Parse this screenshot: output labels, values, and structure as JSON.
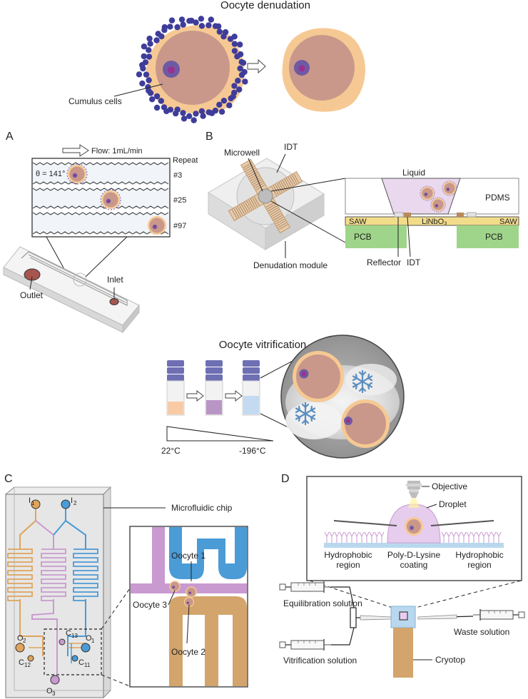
{
  "colors": {
    "cytoplasm": "#c9988a",
    "zona": "#f6c994",
    "nucleus": "#6e5aa3",
    "nucleolus": "#9b2f8f",
    "cumulus": "#3f3d9a",
    "orange_channel": "#e0a45c",
    "blue_channel": "#4a9bd6",
    "purple_channel": "#c99ad0",
    "pcb": "#9fd58a",
    "litao": "#f2dc8a",
    "snowflake": "#5b8ec0",
    "cryotop": "#d3a46b"
  },
  "top": {
    "title": "Oocyte denudation",
    "cumulus_label": "Cumulus cells"
  },
  "panelA": {
    "letter": "A",
    "flow_label": "Flow: 1mL/min",
    "repeat_header": "Repeat",
    "theta_label": "θ = 141°",
    "repeats": [
      "#3",
      "#25",
      "#97"
    ],
    "outlet_label": "Outlet",
    "inlet_label": "Inlet"
  },
  "panelB": {
    "letter": "B",
    "microwell_label": "Microwell",
    "idt_label": "IDT",
    "module_label": "Denudation module",
    "liquid_label": "Liquid",
    "pdms_label": "PDMS",
    "saw_left": "SAW",
    "saw_right": "SAW",
    "substrate_label": "LiNbO₃",
    "pcb_left": "PCB",
    "pcb_right": "PCB",
    "reflector_label": "Reflector",
    "idt_label2": "IDT"
  },
  "vitrification": {
    "title": "Oocyte vitrification",
    "temp_start": "22°C",
    "temp_end": "-196°C"
  },
  "panelC": {
    "letter": "C",
    "chip_label": "Microfluidic chip",
    "inlet1": "I",
    "inlet1_sub": "1",
    "inlet2": "I",
    "inlet2_sub": "2",
    "o1": "O",
    "o1_sub": "1",
    "o2": "O",
    "o2_sub": "2",
    "o3": "O",
    "o3_sub": "3",
    "c11": "C",
    "c11_sub": "11",
    "c12": "C",
    "c12_sub": "12",
    "c13": "C",
    "c13_sub": "13",
    "oocyte1": "Oocyte 1",
    "oocyte2": "Oocyte 2",
    "oocyte3": "Oocyte 3"
  },
  "panelD": {
    "letter": "D",
    "objective_label": "Objective",
    "droplet_label": "Droplet",
    "hydrophobic_left_1": "Hydrophobic",
    "hydrophobic_left_2": "region",
    "coating_1": "Poly-D-Lysine",
    "coating_2": "coating",
    "hydrophobic_right_1": "Hydrophobic",
    "hydrophobic_right_2": "region",
    "equilibration_label": "Equilibration solution",
    "vitrification_label": "Vitrification solution",
    "waste_label": "Waste solution",
    "cryotop_label": "Cryotop"
  }
}
